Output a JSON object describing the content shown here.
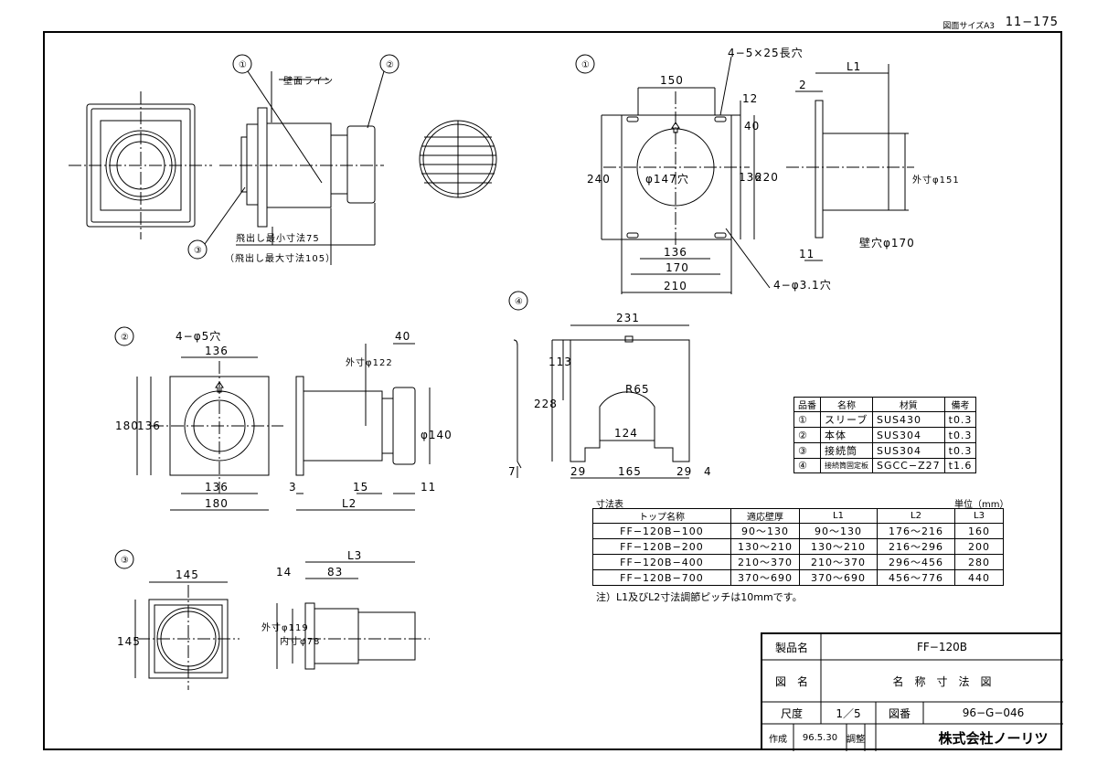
{
  "header": {
    "sheet_size": "図面サイズA3",
    "page": "11−175"
  },
  "view1": {
    "label": "①",
    "callout1": "①",
    "callout2": "②",
    "callout3": "③",
    "wall_line": "壁面ライン",
    "min_proj": "飛出し最小寸法75",
    "max_proj": "（飛出し最大寸法105）"
  },
  "detail1": {
    "label": "①",
    "slot": "4−5×25長穴",
    "d150": "150",
    "d12": "12",
    "d40": "40",
    "d240": "240",
    "d136v": "136",
    "d220": "220",
    "hole": "φ147穴",
    "d136h": "136",
    "d170": "170",
    "d210": "210",
    "screw": "4−φ3.1穴",
    "L1": "L1",
    "d2": "2",
    "d11": "11",
    "od": "外寸φ151",
    "wallhole": "壁穴φ170"
  },
  "detail2": {
    "label": "②",
    "holes": "4−φ5穴",
    "d136t": "136",
    "d180v": "180",
    "d136v": "136",
    "d136b": "136",
    "d180b": "180",
    "od": "外寸φ122",
    "d40": "40",
    "d140": "φ140",
    "d3": "3",
    "d15": "15",
    "d11": "11",
    "L2": "L2"
  },
  "detail3": {
    "label": "③",
    "d145h": "145",
    "d145v": "145",
    "L3": "L3",
    "d14": "14",
    "d83": "83",
    "od": "外寸φ119",
    "id": "内寸φ78"
  },
  "detail4": {
    "label": "④",
    "d231": "231",
    "d113": "113",
    "d228": "228",
    "r65": "R65",
    "d124": "124",
    "d7": "7",
    "d29a": "29",
    "d165": "165",
    "d29b": "29",
    "d4": "4"
  },
  "materials": {
    "headers": [
      "品番",
      "名称",
      "材質",
      "備考"
    ],
    "rows": [
      [
        "①",
        "スリーブ",
        "SUS430",
        "t0.3"
      ],
      [
        "②",
        "本体",
        "SUS304",
        "t0.3"
      ],
      [
        "③",
        "接続筒",
        "SUS304",
        "t0.3"
      ],
      [
        "④",
        "接続筒固定板",
        "SGCC−Z27",
        "t1.6"
      ]
    ]
  },
  "dim_table": {
    "title": "寸法表",
    "unit": "単位（mm）",
    "headers": [
      "トップ名称",
      "適応壁厚",
      "L1",
      "L2",
      "L3"
    ],
    "rows": [
      [
        "FF−120B−100",
        "90〜130",
        "90〜130",
        "176〜216",
        "160"
      ],
      [
        "FF−120B−200",
        "130〜210",
        "130〜210",
        "216〜296",
        "200"
      ],
      [
        "FF−120B−400",
        "210〜370",
        "210〜370",
        "296〜456",
        "280"
      ],
      [
        "FF−120B−700",
        "370〜690",
        "370〜690",
        "456〜776",
        "440"
      ]
    ],
    "note": "注）L1及びL2寸法調節ピッチは10mmです。"
  },
  "title_block": {
    "product_label": "製品名",
    "product": "FF−120B",
    "drawing_label": "図　名",
    "drawing_name": "名　称　寸　法　図",
    "scale_label": "尺度",
    "scale": "1／5",
    "number_label": "図番",
    "number": "96−G−046",
    "made_label": "作成",
    "made_date": "96.5.30",
    "check_label": "調整",
    "company": "株式会社ノーリツ"
  }
}
